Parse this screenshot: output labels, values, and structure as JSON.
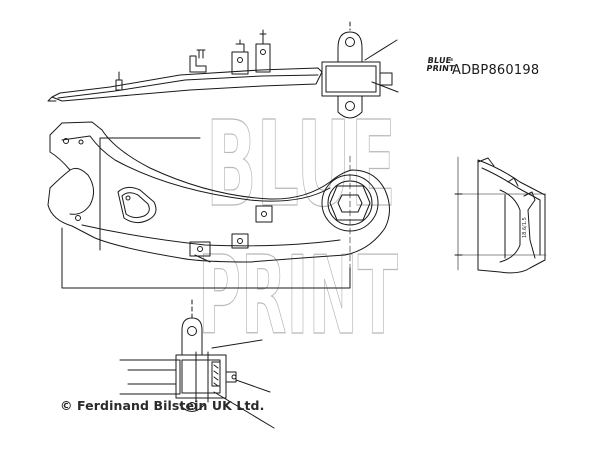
{
  "brand": {
    "logo_line1": "BLUE",
    "logo_line2": "PRINT",
    "trademark": "®"
  },
  "part_number": "ADBP860198",
  "watermark": {
    "line1": "BLUE",
    "line2": "PRINT"
  },
  "copyright": "© Ferdinand Bilstein UK Ltd.",
  "dimension_label": "18.6/1.5",
  "colors": {
    "line": "#1a1a1a",
    "watermark": "#b9b9b9",
    "background": "#ffffff"
  },
  "icons": [
    "bushing-detail",
    "control-arm",
    "section-view",
    "side-view"
  ]
}
